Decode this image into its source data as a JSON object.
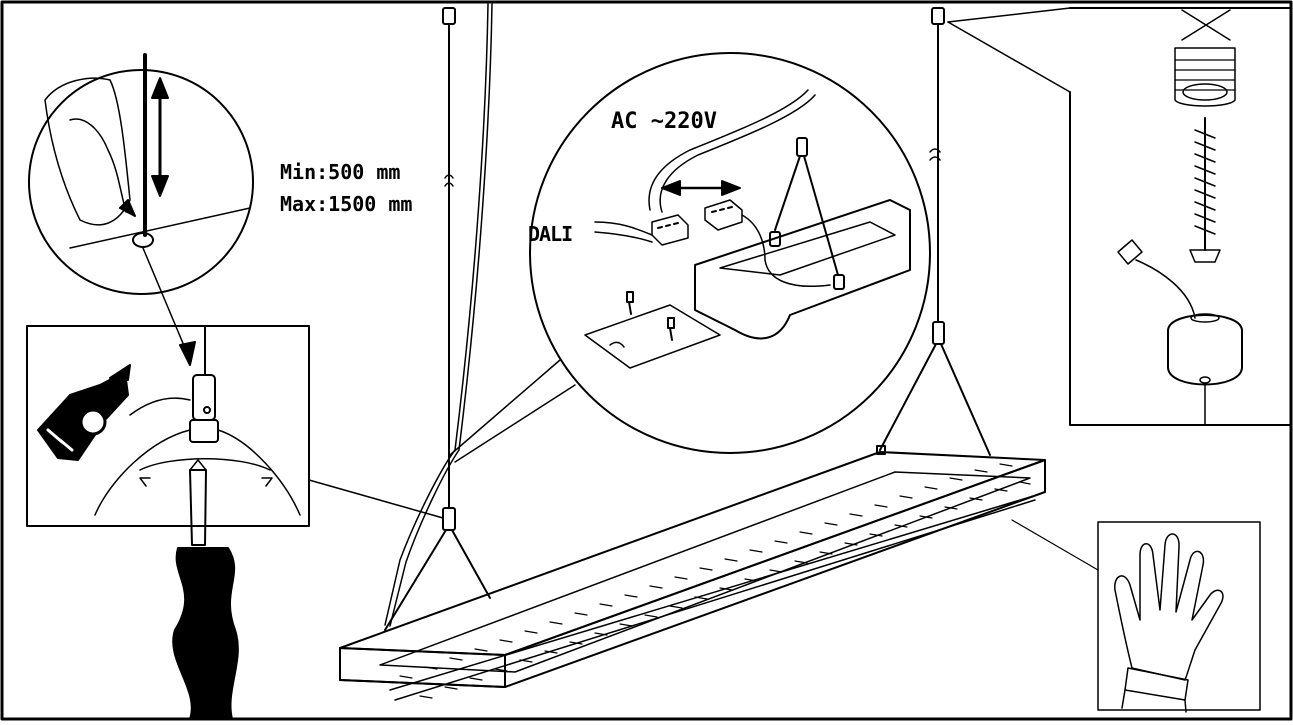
{
  "labels": {
    "min_length": "Min:500 mm",
    "max_length": "Max:1500 mm",
    "voltage": "AC ~220V",
    "dali": "DALI"
  },
  "colors": {
    "line": "#000000",
    "background": "#ffffff"
  },
  "icons": [
    "wire-cutter-icon",
    "screwdriver-icon",
    "glove-icon",
    "screw-icon",
    "ceiling-canopy-icon",
    "plug-anchor-icon",
    "connector-icon"
  ]
}
